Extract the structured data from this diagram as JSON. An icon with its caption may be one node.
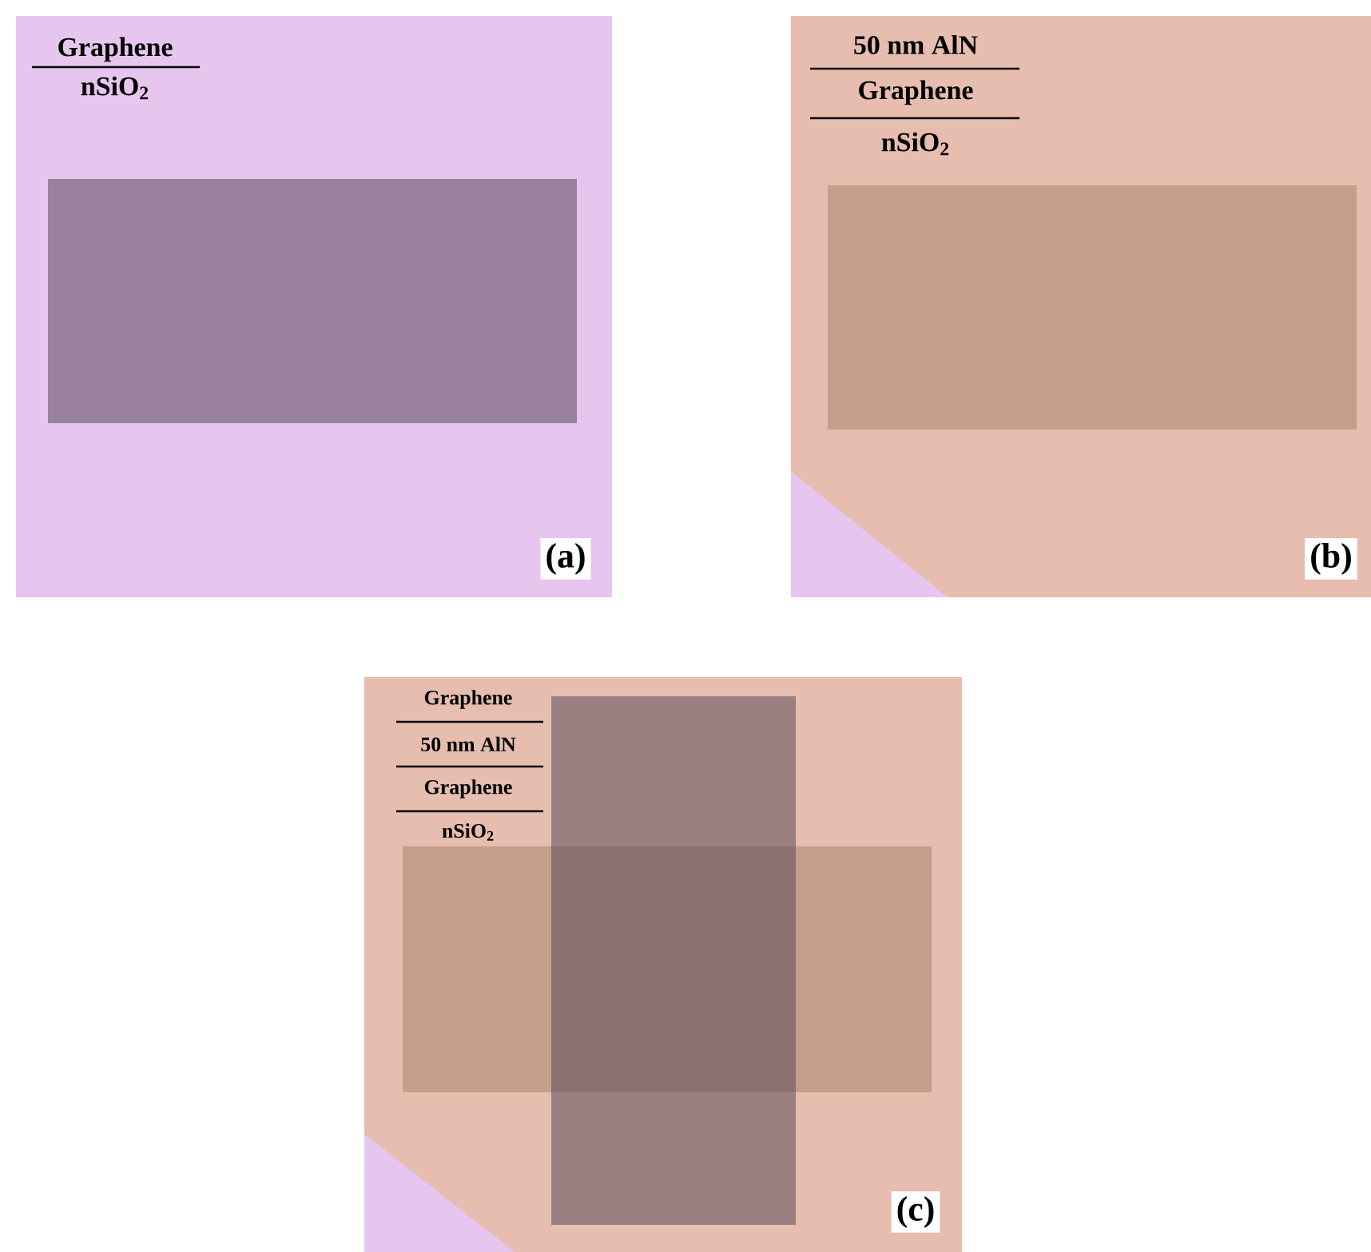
{
  "diagram": {
    "nodes": [
      {
        "text": [
          "Graphene",
          "nSiO$_{2}$",
          "(a)"
        ]
      },
      {
        "text": [
          "50 nm AlN",
          "Graphene",
          "nSiO$_{2}$",
          "(b)"
        ]
      },
      {
        "text": [
          "Graphene",
          "50 nm AlN",
          "Graphene",
          "nSiO$_{2}$",
          "(c)"
        ]
      }
    ]
  }
}
